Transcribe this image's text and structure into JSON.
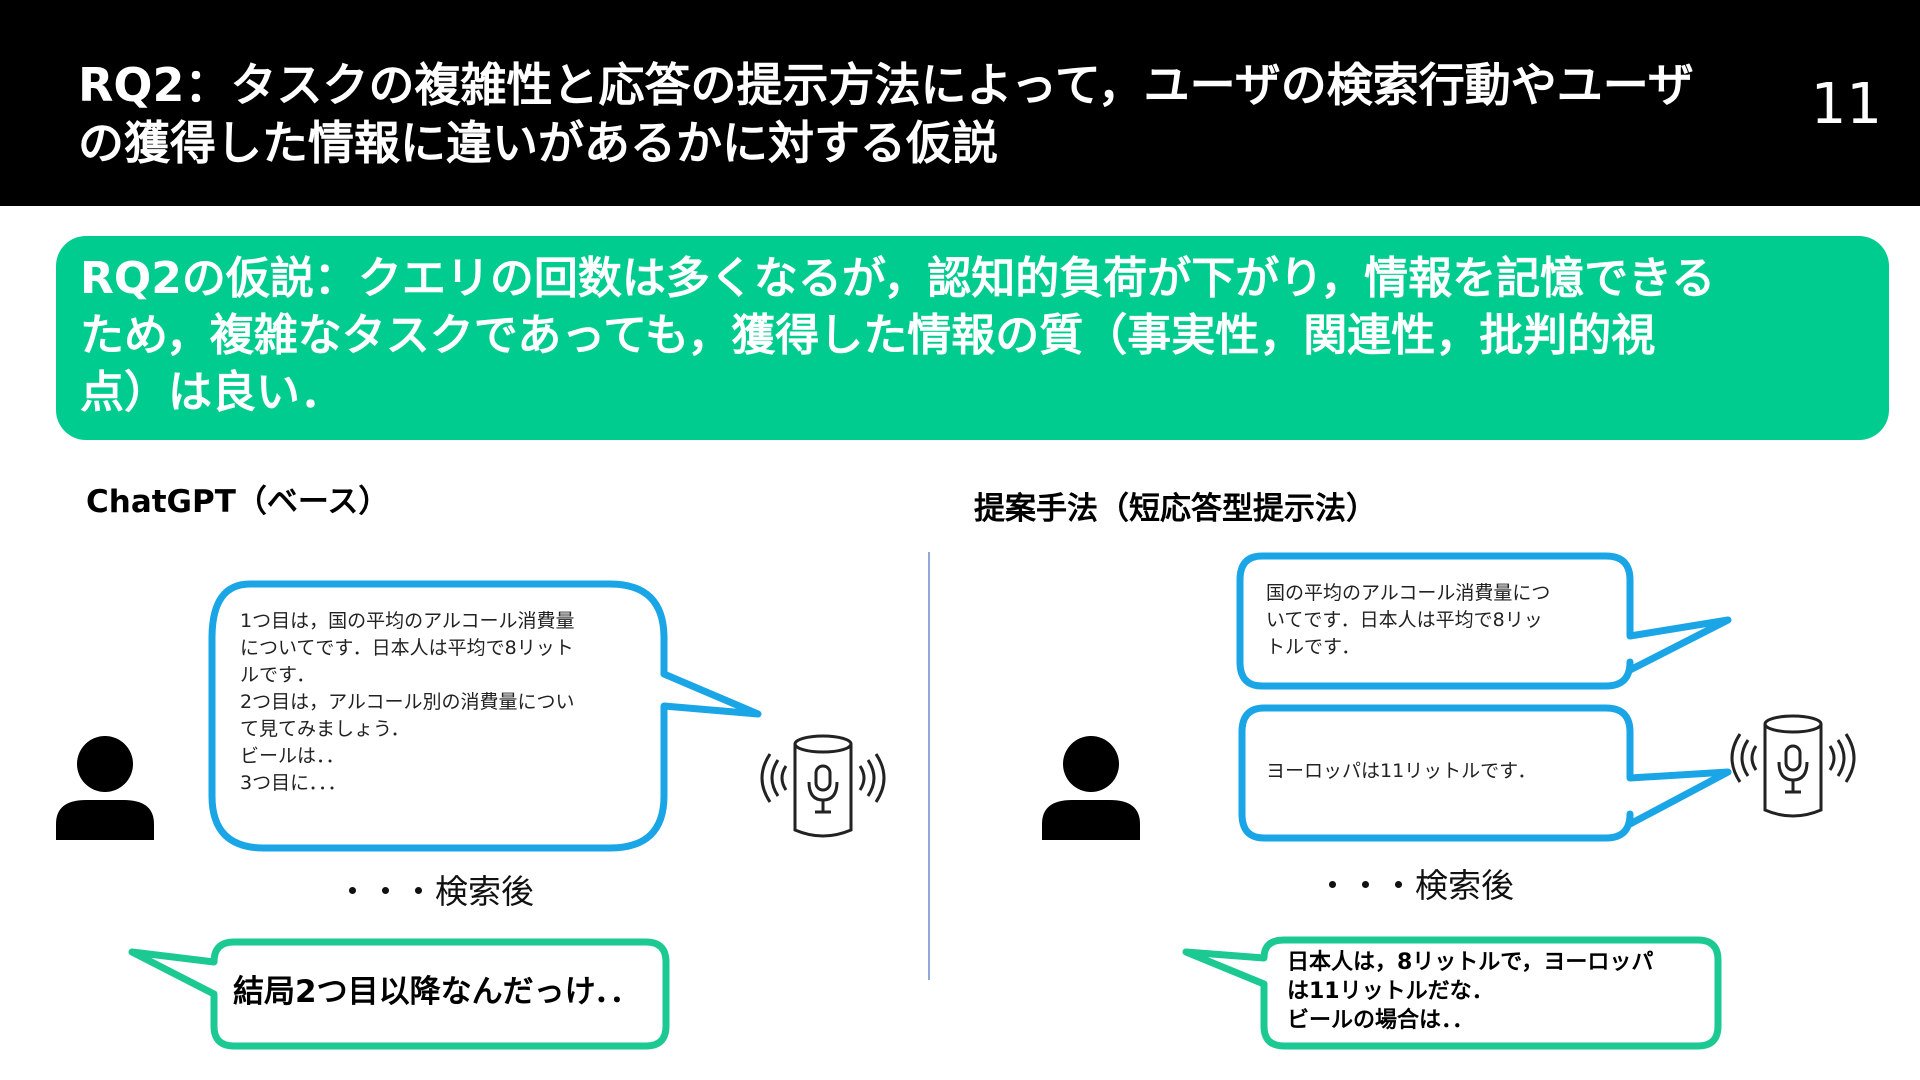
{
  "header": {
    "title_line1": "RQ2：タスクの複雑性と応答の提示方法によって，ユーザの検索行動やユーザ",
    "title_line2": "の獲得した情報に違いがあるかに対する仮説",
    "page_number": "11"
  },
  "hypothesis": {
    "line1": "RQ2の仮説：クエリの回数は多くなるが，認知的負荷が下がり，情報を記憶できる",
    "line2": "ため，複雑なタスクであっても，獲得した情報の質（事実性，関連性，批判的視",
    "line3": "点）は良い．"
  },
  "left": {
    "label": "ChatGPT（ベース）",
    "response_lines": [
      "1つ目は，国の平均のアルコール消費量",
      "についてです．日本人は平均で8リット",
      "ルです．",
      "2つ目は，アルコール別の消費量につい",
      "て見てみましょう．",
      "ビールは．．",
      "3つ目に．．．"
    ],
    "after_search": "・・・検索後",
    "user_thought": "結局2つ目以降なんだっけ．．"
  },
  "right": {
    "label": "提案手法（短応答型提示法）",
    "response1_lines": [
      "国の平均のアルコール消費量につ",
      "いてです．日本人は平均で8リッ",
      "トルです．"
    ],
    "response2": "ヨーロッパは11リットルです．",
    "after_search": "・・・検索後",
    "user_thought_lines": [
      "日本人は，8リットルで，ヨーロッパ",
      "は11リットルだな．",
      "ビールの場合は．．"
    ]
  },
  "icons": {
    "user": "person-icon",
    "speaker": "smart-speaker-icon"
  },
  "colors": {
    "header_bg": "#000000",
    "hypothesis_bg": "#00CC8F",
    "speaker_bubble": "#1AA6E6",
    "user_bubble": "#1DC993",
    "divider": "#8FA8D8"
  }
}
